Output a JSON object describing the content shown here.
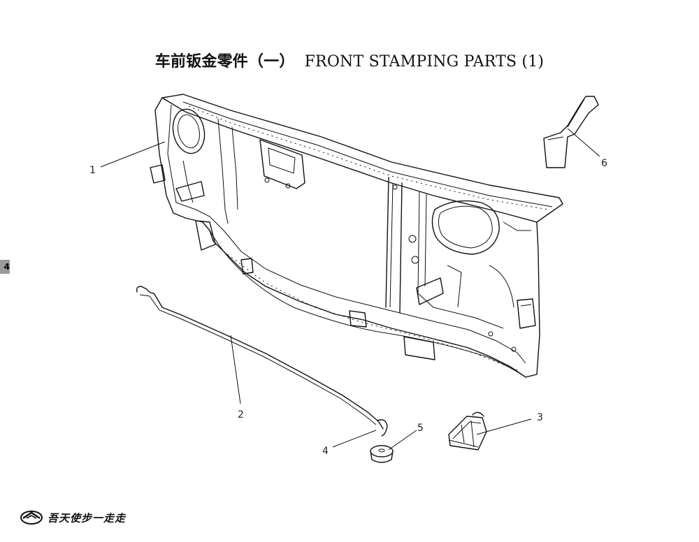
{
  "title": {
    "chinese": "车前钣金零件（一）",
    "english": "FRONT STAMPING PARTS (1)"
  },
  "page_tab": "4",
  "callouts": [
    {
      "label": "1"
    },
    {
      "label": "2"
    },
    {
      "label": "3"
    },
    {
      "label": "4"
    },
    {
      "label": "5"
    },
    {
      "label": "6"
    }
  ],
  "footer": {
    "brand_text": "吾天使步一走走"
  },
  "icons": [
    "brand-logo-icon"
  ]
}
